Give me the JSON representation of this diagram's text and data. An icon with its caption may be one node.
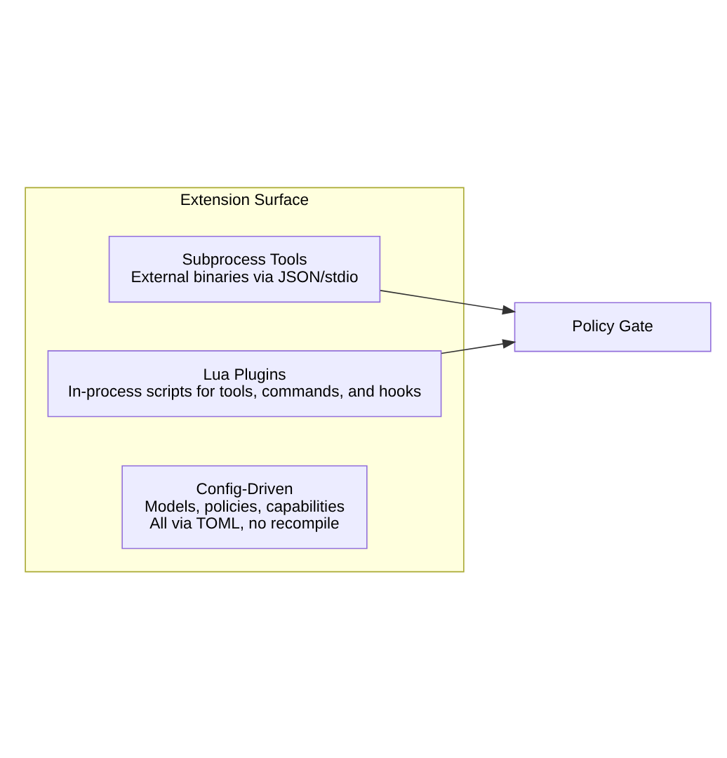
{
  "diagram": {
    "nodes": [
      {
        "text": [
          "Extension Surface"
        ]
      },
      {
        "text": [
          "Subprocess Tools",
          "External binaries via JSON/stdio"
        ],
        "in": 0
      },
      {
        "text": [
          "Lua Plugins",
          "In-process scripts for tools, commands, and hooks"
        ],
        "in": 0
      },
      {
        "text": [
          "Config-Driven",
          "Models, policies, capabilities",
          "All via TOML, no recompile"
        ],
        "in": 0
      },
      {
        "text": [
          "Policy Gate"
        ]
      }
    ],
    "edges": [
      {
        "from": 1,
        "to": 4,
        "arrow": "to"
      },
      {
        "from": 2,
        "to": 4,
        "arrow": "to"
      }
    ]
  }
}
